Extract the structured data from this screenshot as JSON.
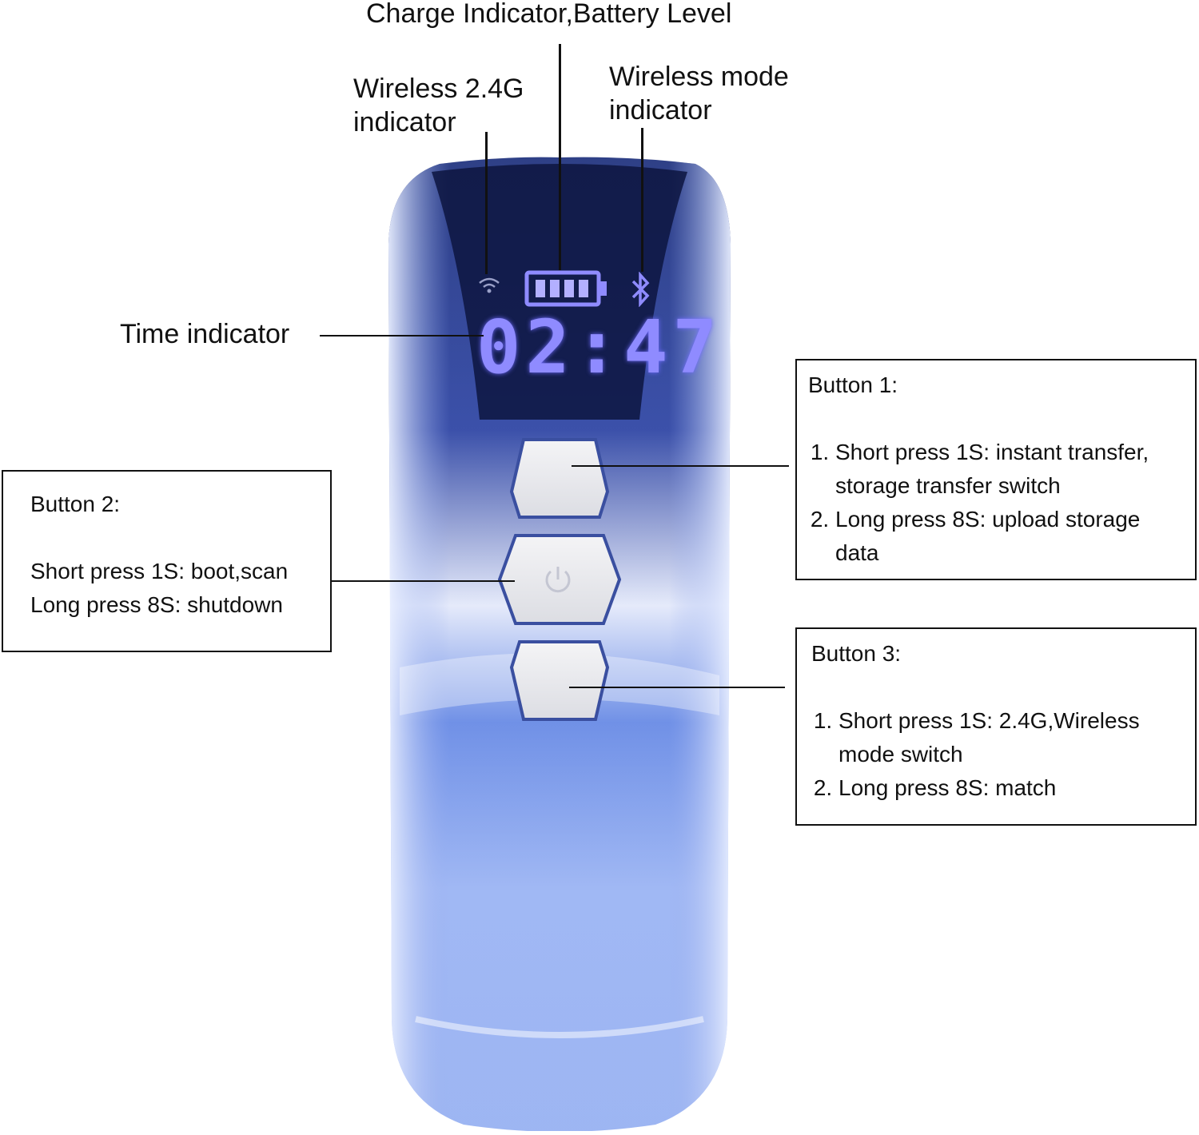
{
  "labels": {
    "charge": "Charge Indicator,Battery Level",
    "wireless24g_l1": "Wireless 2.4G",
    "wireless24g_l2": "indicator",
    "wireless_mode_l1": "Wireless mode",
    "wireless_mode_l2": "indicator",
    "time": "Time indicator"
  },
  "display": {
    "time": "02:47"
  },
  "button1": {
    "title": "Button 1:",
    "items": [
      "Short press 1S: instant transfer, storage transfer switch",
      "Long press 8S: upload storage data"
    ]
  },
  "button2": {
    "title": "Button 2:",
    "lines": [
      "Short press 1S: boot,scan",
      "Long press 8S: shutdown"
    ]
  },
  "button3": {
    "title": "Button 3:",
    "items": [
      "Short press 1S: 2.4G,Wireless mode switch",
      "Long press 8S: match"
    ]
  },
  "colors": {
    "device_body": "#9fb8f4",
    "device_dark": "#1a2a66",
    "screen_glow": "#8f8bff",
    "button_face": "#e8e9ee"
  },
  "icons": [
    "wifi-icon",
    "battery-icon",
    "bluetooth-icon",
    "power-icon"
  ]
}
